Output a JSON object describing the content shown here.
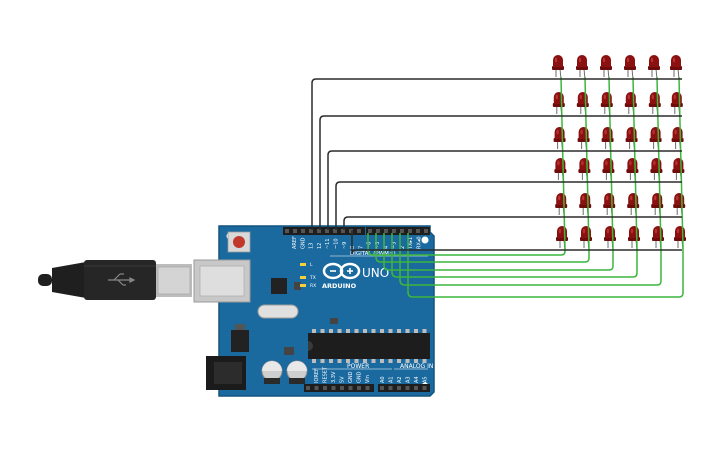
{
  "board": {
    "model": "UNO",
    "brand": "ARDUINO",
    "digital_label": "DIGITAL (PWM~)",
    "power_label": "POWER",
    "analog_label": "ANALOG IN",
    "led_labels": [
      "L",
      "TX",
      "RX"
    ],
    "digital_pins": [
      "AREF",
      "GND",
      "13",
      "12",
      "~11",
      "~10",
      "~9",
      "8",
      "7",
      "~6",
      "~5",
      "4",
      "~3",
      "2",
      "TX▸1",
      "RX◂0"
    ],
    "power_pins": [
      "IOREF",
      "RESET",
      "3.3V",
      "5V",
      "GND",
      "GND",
      "Vin"
    ],
    "analog_pins": [
      "A0",
      "A1",
      "A2",
      "A3",
      "A4",
      "A5"
    ]
  },
  "led_matrix": {
    "rows": 6,
    "cols": 6,
    "color": "#8b1010"
  },
  "wires": {
    "row_color": "#2b2b2b",
    "col_color": "#3cb63c"
  }
}
